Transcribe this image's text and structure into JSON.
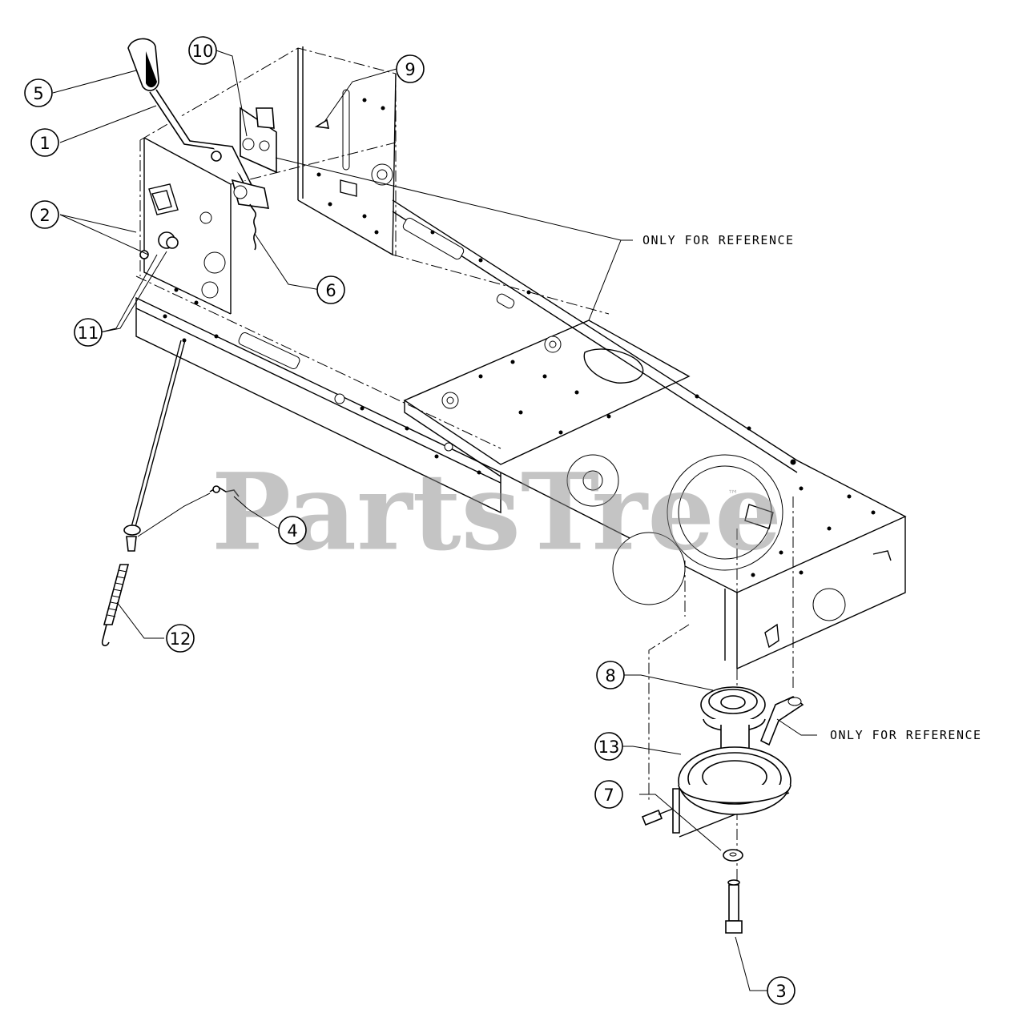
{
  "callouts": [
    {
      "label": "1"
    },
    {
      "label": "2"
    },
    {
      "label": "3"
    },
    {
      "label": "4"
    },
    {
      "label": "5"
    },
    {
      "label": "6"
    },
    {
      "label": "7"
    },
    {
      "label": "8"
    },
    {
      "label": "9"
    },
    {
      "label": "10"
    },
    {
      "label": "11"
    },
    {
      "label": "12"
    },
    {
      "label": "13"
    }
  ],
  "reference_notes": [
    "ONLY FOR REFERENCE",
    "ONLY FOR REFERENCE"
  ],
  "watermark": {
    "text": "PartsTree",
    "trademark": "™"
  },
  "colors": {
    "ink": "#000000",
    "watermark": "#8a8a8a",
    "background": "#ffffff"
  }
}
